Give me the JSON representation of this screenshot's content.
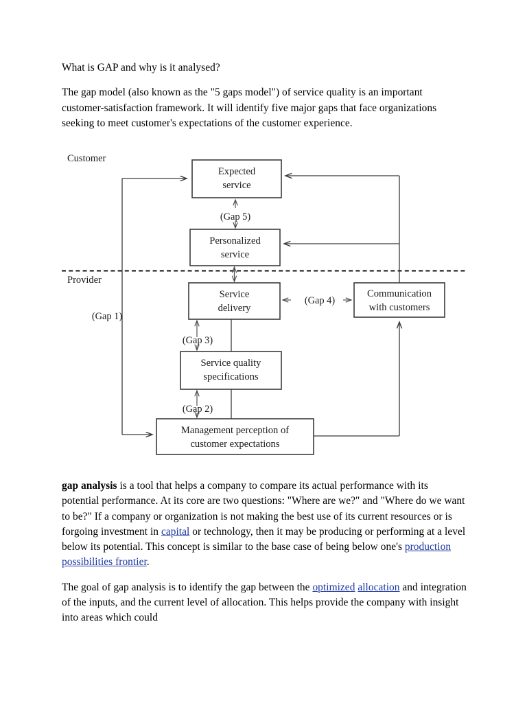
{
  "document": {
    "heading": "What is GAP and why is it analysed?",
    "intro_paragraph": "The gap model (also known as the \"5 gaps model\") of service quality is an important customer-satisfaction framework. It   will identify five major gaps that face organizations seeking to meet customer's expectations of the customer experience.",
    "paragraph_2": {
      "lead_bold": "gap analysis",
      "text_part_1": " is a tool that helps a company to compare its actual performance with its potential performance. At its core are two questions: \"Where are we?\" and \"Where do we want to be?\" If a company or organization is not making the best use of its current resources or is forgoing investment in ",
      "link_1": "capital",
      "text_part_2": " or technology, then it may be producing or performing at a level below its potential. This concept is similar to the base case of being below one's ",
      "link_2": "production possibilities frontier",
      "text_part_3": "."
    },
    "paragraph_3": {
      "text_part_1": "The goal of gap analysis is to identify the gap between the ",
      "link_1": "optimized",
      "link_2": "allocation",
      "text_part_2": " and integration of the inputs, and the current level of allocation. This helps provide the company with insight into areas which could"
    }
  },
  "diagram": {
    "title_zones": {
      "customer": "Customer",
      "provider": "Provider"
    },
    "boxes": {
      "expected_service": {
        "line1": "Expected",
        "line2": "service"
      },
      "personalized_service": {
        "line1": "Personalized",
        "line2": "service"
      },
      "service_delivery": {
        "line1": "Service",
        "line2": "delivery"
      },
      "service_quality_specifications": {
        "line1": "Service quality",
        "line2": "specifications"
      },
      "management_perception": {
        "line1": "Management perception of",
        "line2": "customer expectations"
      },
      "communication_with_customers": {
        "line1": "Communication",
        "line2": "with customers"
      }
    },
    "gaps": {
      "gap1": "(Gap 1)",
      "gap2": "(Gap 2)",
      "gap3": "(Gap 3)",
      "gap4_left_arrow": "←",
      "gap4": "(Gap 4)",
      "gap4_right_arrow": "→",
      "gap5": "(Gap 5)"
    },
    "colors": {
      "box_stroke": "#3b3b3b",
      "line": "#3b3b3b",
      "divider": "#111111",
      "text": "#1a1a1a"
    }
  },
  "theme": {
    "page_background": "#ffffff",
    "text_color": "#000000",
    "link_color": "#1a36a0"
  }
}
